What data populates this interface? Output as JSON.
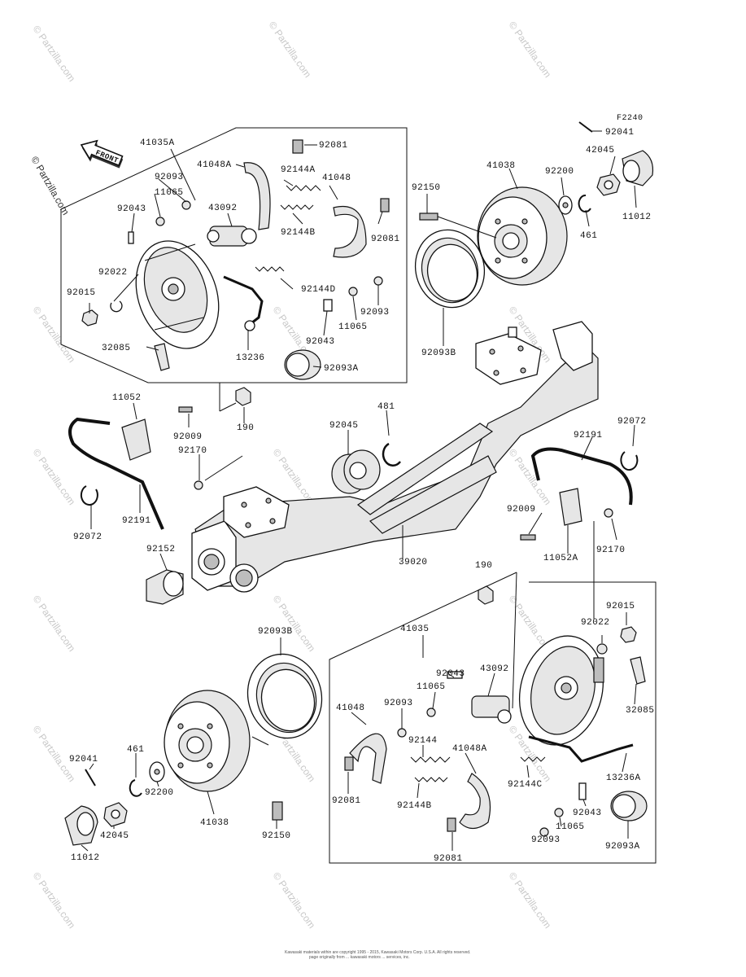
{
  "figure_code": "F2240",
  "front_label": "FRONT",
  "watermark": "© Partzilla.com",
  "copyright_lines": [
    "Kawasaki materials within are copyright 1995 - 2015, Kawasaki Motors Corp. U.S.A. All rights reserved.",
    "page originally from ... kawasaki motors ... services, inc."
  ],
  "labels": {
    "l01": "41035A",
    "l02": "41048A",
    "l03": "92081",
    "l04": "92093",
    "l05": "11065",
    "l06": "92144A",
    "l07": "41048",
    "l08": "92043",
    "l09": "43092",
    "l10": "92144B",
    "l11": "92081",
    "l12": "92022",
    "l13": "92144D",
    "l14": "92015",
    "l15": "92043",
    "l16": "92093",
    "l17": "11065",
    "l18": "32085",
    "l19": "13236",
    "l20": "92093A",
    "l21": "92150",
    "l22": "41038",
    "l23": "92200",
    "l24": "42045",
    "l25": "92041",
    "l26": "11012",
    "l27": "461",
    "l28": "92093B",
    "l29": "11052",
    "l30": "92009",
    "l31": "92170",
    "l32": "190",
    "l33": "92045",
    "l34": "481",
    "l35": "92191",
    "l36": "92072",
    "l37": "92191",
    "l38": "92072",
    "l39": "92009",
    "l40": "11052A",
    "l41": "92170",
    "l42": "92152",
    "l43": "39020",
    "l44": "190",
    "l45": "92015",
    "l46": "92022",
    "l47": "92093B",
    "l48": "41035",
    "l49": "92043",
    "l50": "43092",
    "l51": "11065",
    "l52": "92093",
    "l53": "41048",
    "l54": "32085",
    "l55": "92144",
    "l56": "41048A",
    "l57": "13236A",
    "l58": "92041",
    "l59": "461",
    "l60": "92200",
    "l61": "92144C",
    "l62": "92043",
    "l63": "42045",
    "l64": "41038",
    "l65": "92150",
    "l66": "92081",
    "l67": "92144B",
    "l68": "92093",
    "l69": "11065",
    "l70": "11012",
    "l71": "92081",
    "l72": "92093A"
  }
}
